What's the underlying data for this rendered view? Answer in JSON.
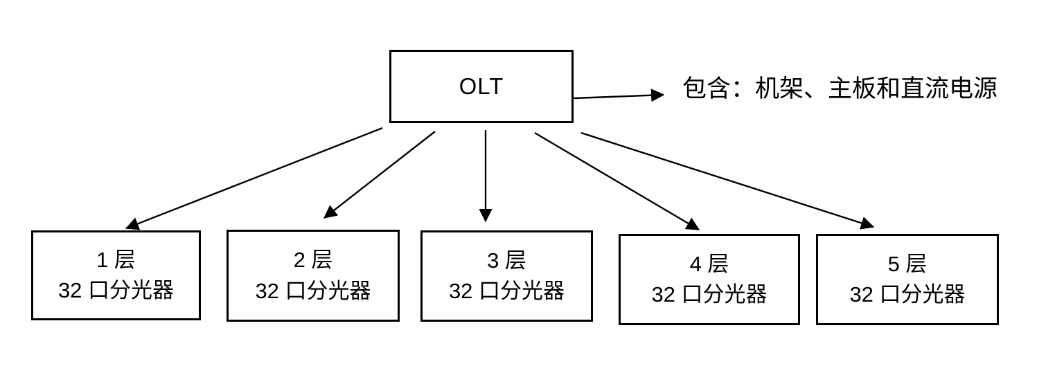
{
  "diagram": {
    "root": {
      "label": "OLT"
    },
    "annotation": {
      "text": "包含：机架、主板和直流电源"
    },
    "children": [
      {
        "line1": "1 层",
        "line2": "32 口分光器"
      },
      {
        "line1": "2 层",
        "line2": "32 口分光器"
      },
      {
        "line1": "3 层",
        "line2": "32 口分光器"
      },
      {
        "line1": "4 层",
        "line2": "32 口分光器"
      },
      {
        "line1": "5 层",
        "line2": "32 口分光器"
      }
    ],
    "colors": {
      "line": "#000000",
      "background": "#ffffff"
    }
  }
}
